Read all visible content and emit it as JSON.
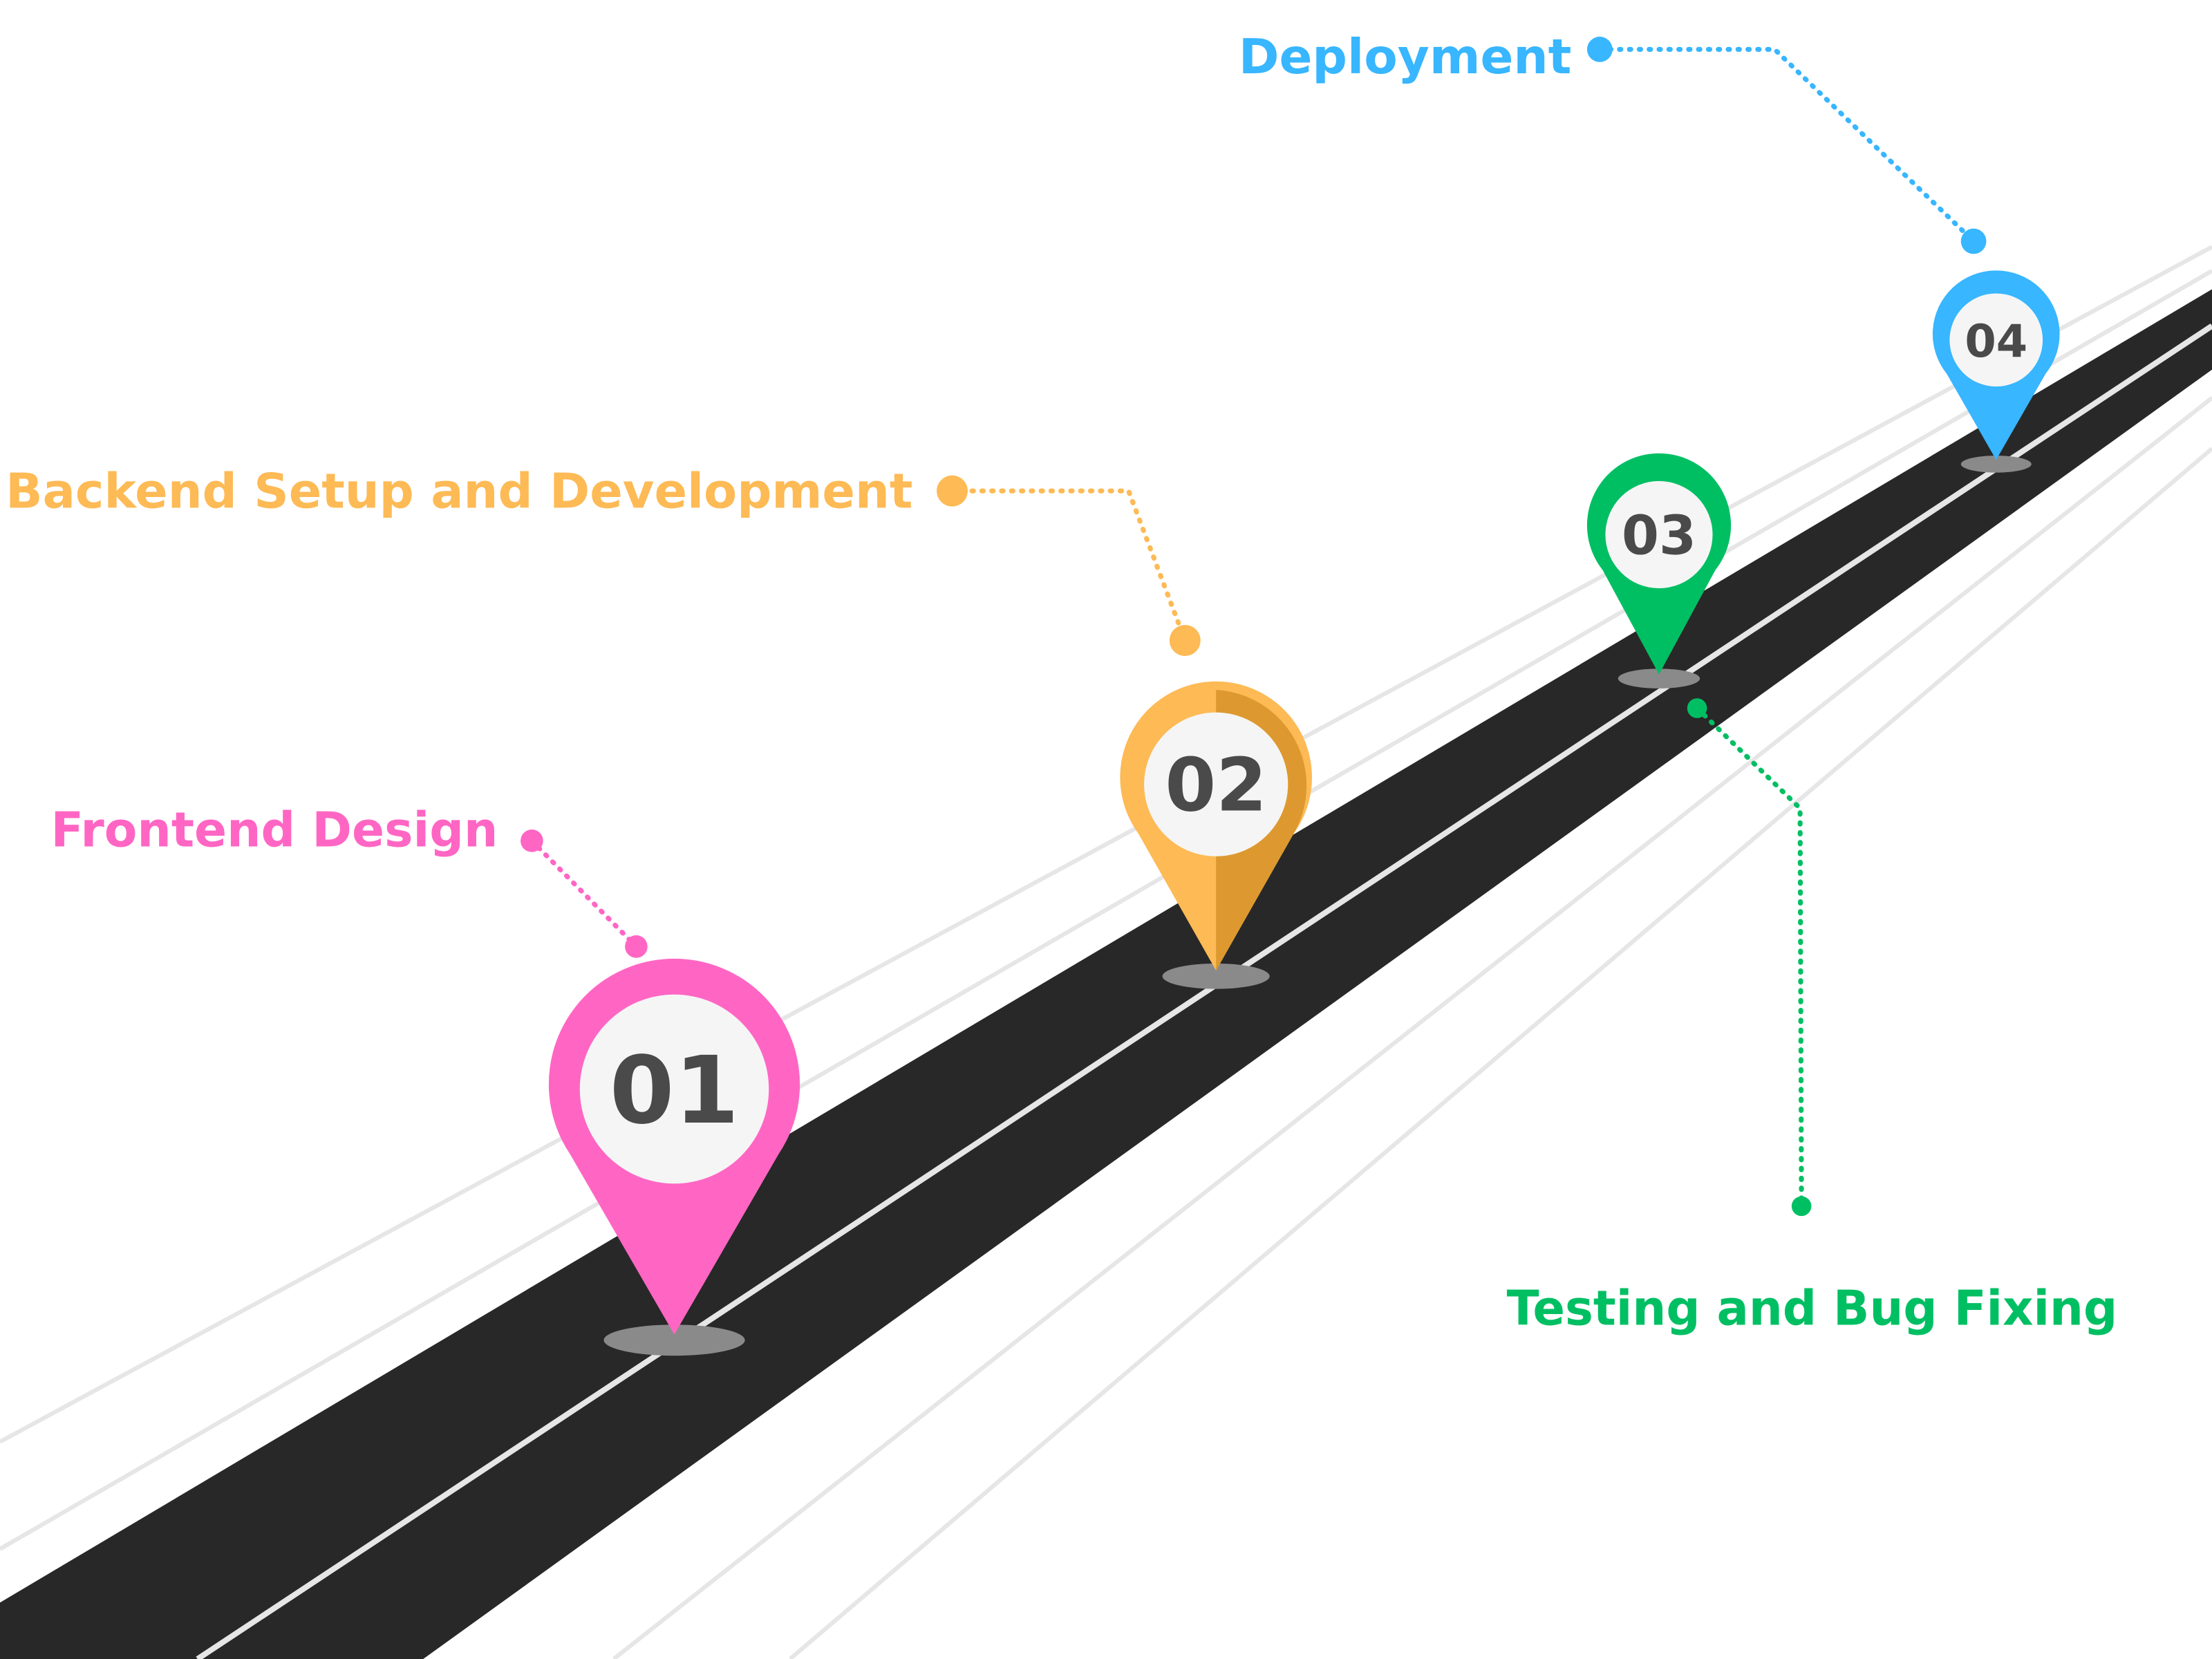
{
  "colors": {
    "background": "#ffffff",
    "road": "#282828",
    "road_line": "#e6e6e6",
    "guide_lines": "#e6e6e6",
    "pin_inner": "#f5f5f5",
    "pin_shadow": "#8a8a8a",
    "number_text": "#4a4a4a"
  },
  "stages": [
    {
      "number": "01",
      "label": "Frontend Design",
      "color": "#ff66c4",
      "dark": "#ff66c4"
    },
    {
      "number": "02",
      "label": "Backend Setup and Development",
      "color": "#fdba55",
      "dark": "#dd9930"
    },
    {
      "number": "03",
      "label": "Testing and Bug Fixing",
      "color": "#00bf63",
      "dark": "#00bf63"
    },
    {
      "number": "04",
      "label": "Deployment",
      "color": "#38b6ff",
      "dark": "#38b6ff"
    }
  ]
}
